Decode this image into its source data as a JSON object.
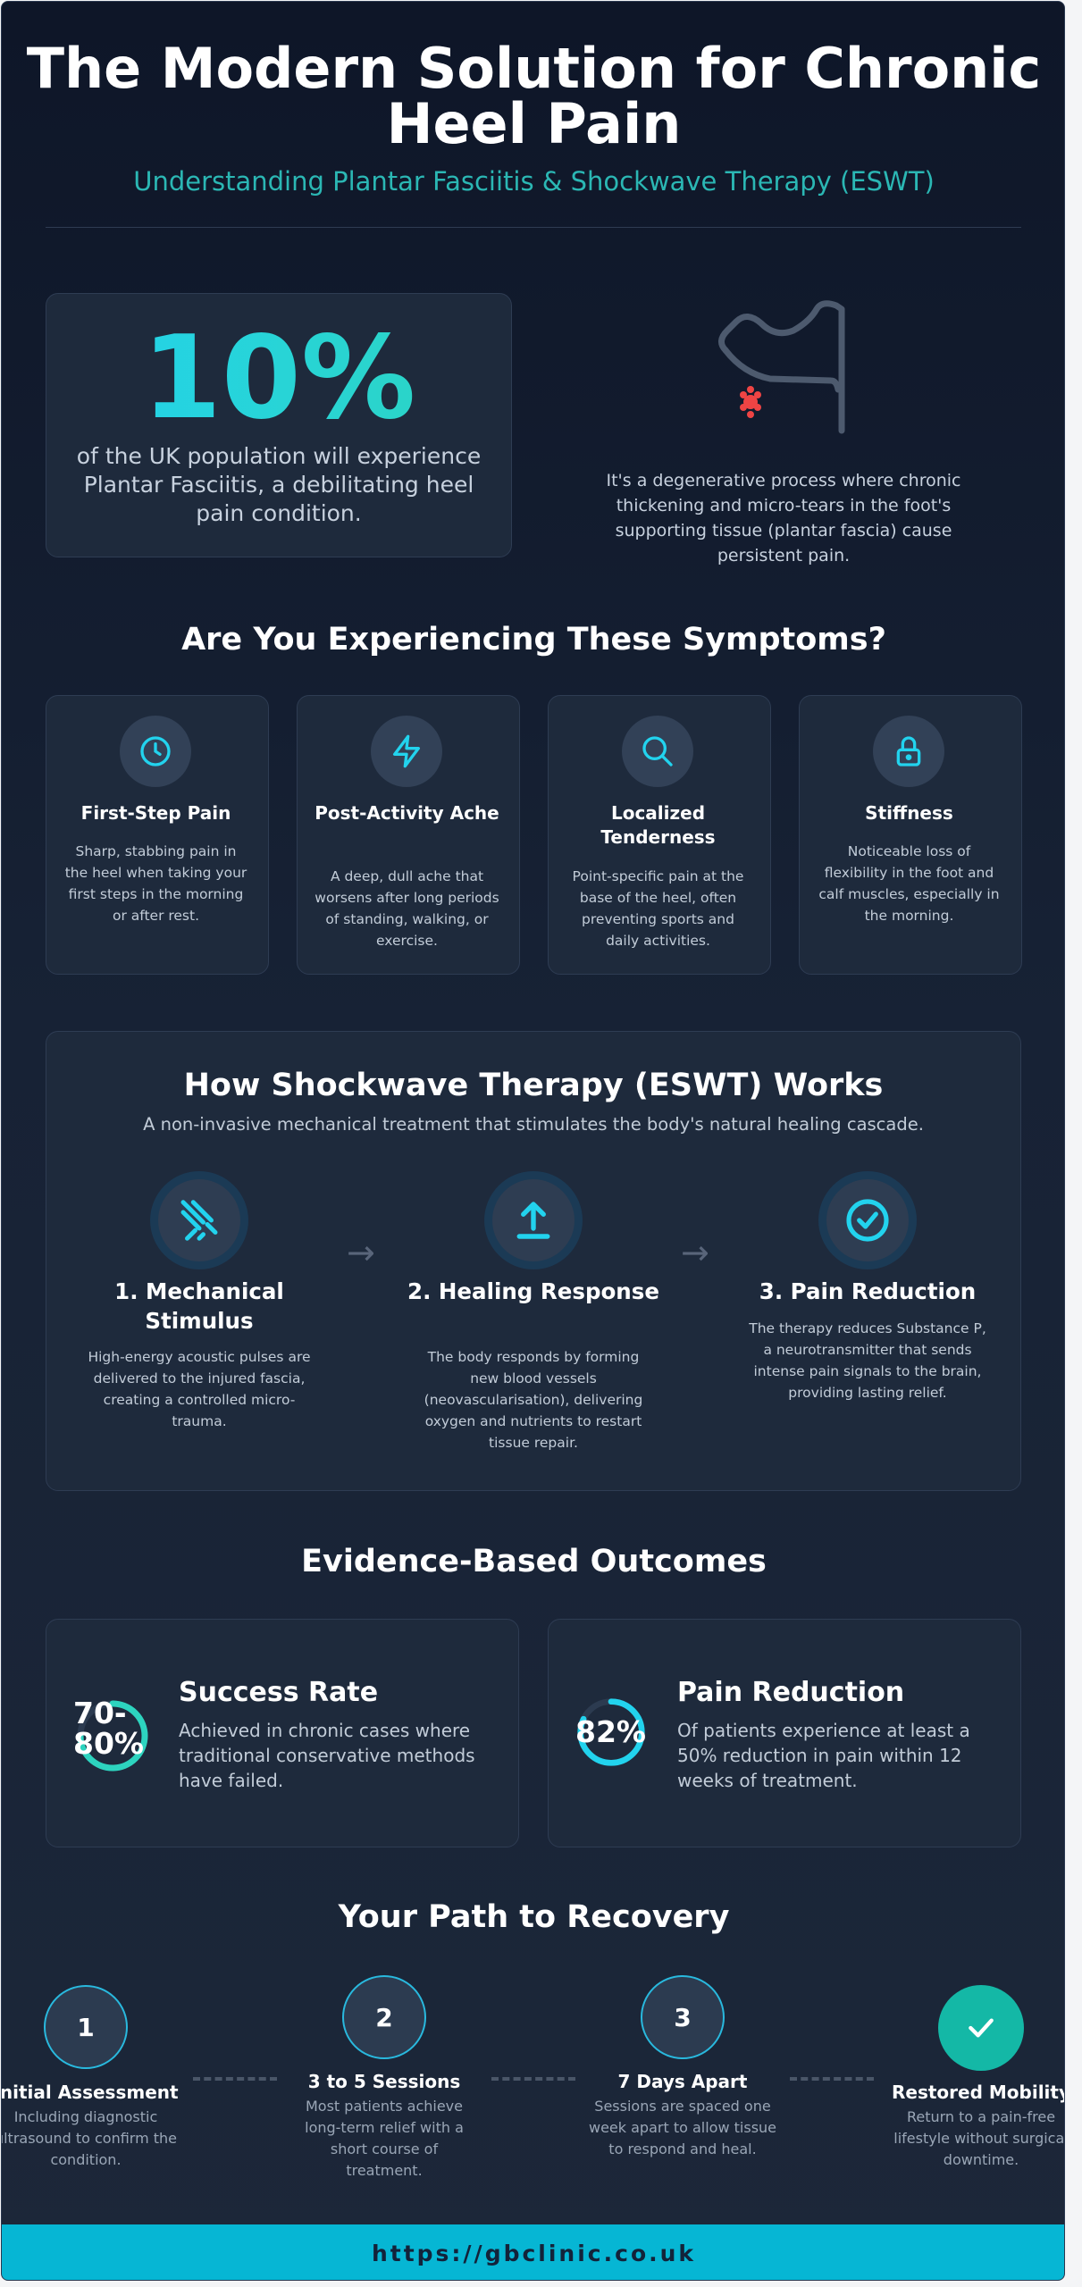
{
  "header": {
    "title_line1": "The Modern Solution for Chronic",
    "title_line2": "Heel Pain",
    "subtitle": "Understanding Plantar Fasciitis & Shockwave Therapy (ESWT)"
  },
  "stat": {
    "value": "10%",
    "text": "of the UK population will experience Plantar Fasciitis, a debilitating heel pain condition."
  },
  "foot": {
    "icon": "foot-heel-pain-icon",
    "text": "It's a degenerative process where chronic thickening and micro-tears in the foot's supporting tissue (plantar fascia) cause persistent pain."
  },
  "symptoms": {
    "title": "Are You Experiencing These Symptoms?",
    "items": [
      {
        "icon": "clock-icon",
        "title": "First-Step Pain",
        "desc": "Sharp, stabbing pain in the heel when taking your first steps in the morning or after rest."
      },
      {
        "icon": "lightning-icon",
        "title": "Post-Activity Ache",
        "desc": "A deep, dull ache that worsens after long periods of standing, walking, or exercise."
      },
      {
        "icon": "search-icon",
        "title": "Localized Tenderness",
        "desc": "Point-specific pain at the base of the heel, often preventing sports and daily activities."
      },
      {
        "icon": "lock-icon",
        "title": "Stiffness",
        "desc": "Noticeable loss of flexibility in the foot and calf muscles, especially in the morning."
      }
    ]
  },
  "eswt": {
    "title": "How Shockwave Therapy (ESWT) Works",
    "subtitle": "A non-invasive mechanical treatment that stimulates the body's natural healing cascade.",
    "arrow": "→",
    "steps": [
      {
        "icon": "wave-pulse-icon",
        "title": "1. Mechanical Stimulus",
        "desc": "High-energy acoustic pulses are delivered to the injured fascia, creating a controlled micro-trauma."
      },
      {
        "icon": "upload-arrow-icon",
        "title": "2. Healing Response",
        "desc": "The body responds by forming new blood vessels (neovascularisation), delivering oxygen and nutrients to restart tissue repair."
      },
      {
        "icon": "check-circle-icon",
        "title": "3. Pain Reduction",
        "desc": "The therapy reduces Substance P, a neurotransmitter that sends intense pain signals to the brain, providing lasting relief."
      }
    ]
  },
  "outcomes": {
    "title": "Evidence-Based Outcomes",
    "items": [
      {
        "value_line1": "70-",
        "value_line2": "80%",
        "fraction": 0.75,
        "title": "Success Rate",
        "desc": "Achieved in chronic cases where traditional conservative methods have failed."
      },
      {
        "value": "82%",
        "fraction": 0.82,
        "title": "Pain Reduction",
        "desc": "Of patients experience at least a 50% reduction in pain within 12 weeks of treatment."
      }
    ]
  },
  "recovery": {
    "title": "Your Path to Recovery",
    "steps": [
      {
        "number": "1",
        "title": "Initial Assessment",
        "desc": "Including diagnostic ultrasound to confirm the condition."
      },
      {
        "number": "2",
        "title": "3 to 5 Sessions",
        "desc": "Most patients achieve long-term relief with a short course of treatment."
      },
      {
        "number": "3",
        "title": "7 Days Apart",
        "desc": "Sessions are spaced one week apart to allow tissue to respond and heal."
      },
      {
        "icon": "checkmark-icon",
        "title": "Restored Mobility",
        "desc": "Return to a pain-free lifestyle without surgical downtime."
      }
    ]
  },
  "footer": {
    "url": "https://gbclinic.co.uk"
  },
  "colors": {
    "accent": "#22d3ee",
    "teal": "#2dd4bf",
    "pain_red": "#ef4444",
    "background": "#0e1628",
    "footer": "#06b6d4"
  }
}
